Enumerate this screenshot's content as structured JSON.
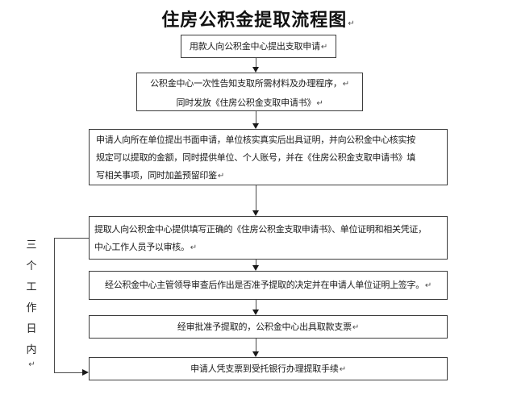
{
  "title": {
    "text": "住房公积金提取流程图"
  },
  "marks": {
    "return_mark": "↵"
  },
  "flow": {
    "steps": [
      {
        "name": "submit-application",
        "lines": [
          "用款人向公积金中心提出支取申请"
        ]
      },
      {
        "name": "center-notification",
        "lines": [
          "公积金中心一次性告知支取所需材料及办理程序，",
          "同时发放《住房公积金支取申请书》"
        ]
      },
      {
        "name": "employer-verification",
        "lines": [
          "申请人向所在单位提出书面申请，单位核实真实后出具证明，并向公积金中心核实按",
          "规定可以提取的金额，同时提供单位、个人账号，并在《住房公积金支取申请书》填",
          "写相关事项，同时加盖预留印鉴"
        ]
      },
      {
        "name": "center-review",
        "lines": [
          "提取人向公积金中心提供填写正确的《住房公积金支取申请书》、单位证明和相关凭证，",
          "中心工作人员予以审核。"
        ]
      },
      {
        "name": "leader-approval",
        "lines": [
          "经公积金中心主管领导审查后作出是否准予提取的决定并在申请人单位证明上签字。"
        ]
      },
      {
        "name": "issue-cheque",
        "lines": [
          "经审批准予提取的，公积金中心出具取款支票"
        ]
      },
      {
        "name": "bank-withdrawal",
        "lines": [
          "申请人凭支票到受托银行办理提取手续"
        ]
      }
    ]
  },
  "side_label": {
    "text": "三个工作日内",
    "applies_to": "steps 4-7"
  },
  "colors": {
    "border": "#3d3d3d",
    "line": "#4a4a4a",
    "text": "#1a1a1a",
    "background": "#ffffff"
  }
}
